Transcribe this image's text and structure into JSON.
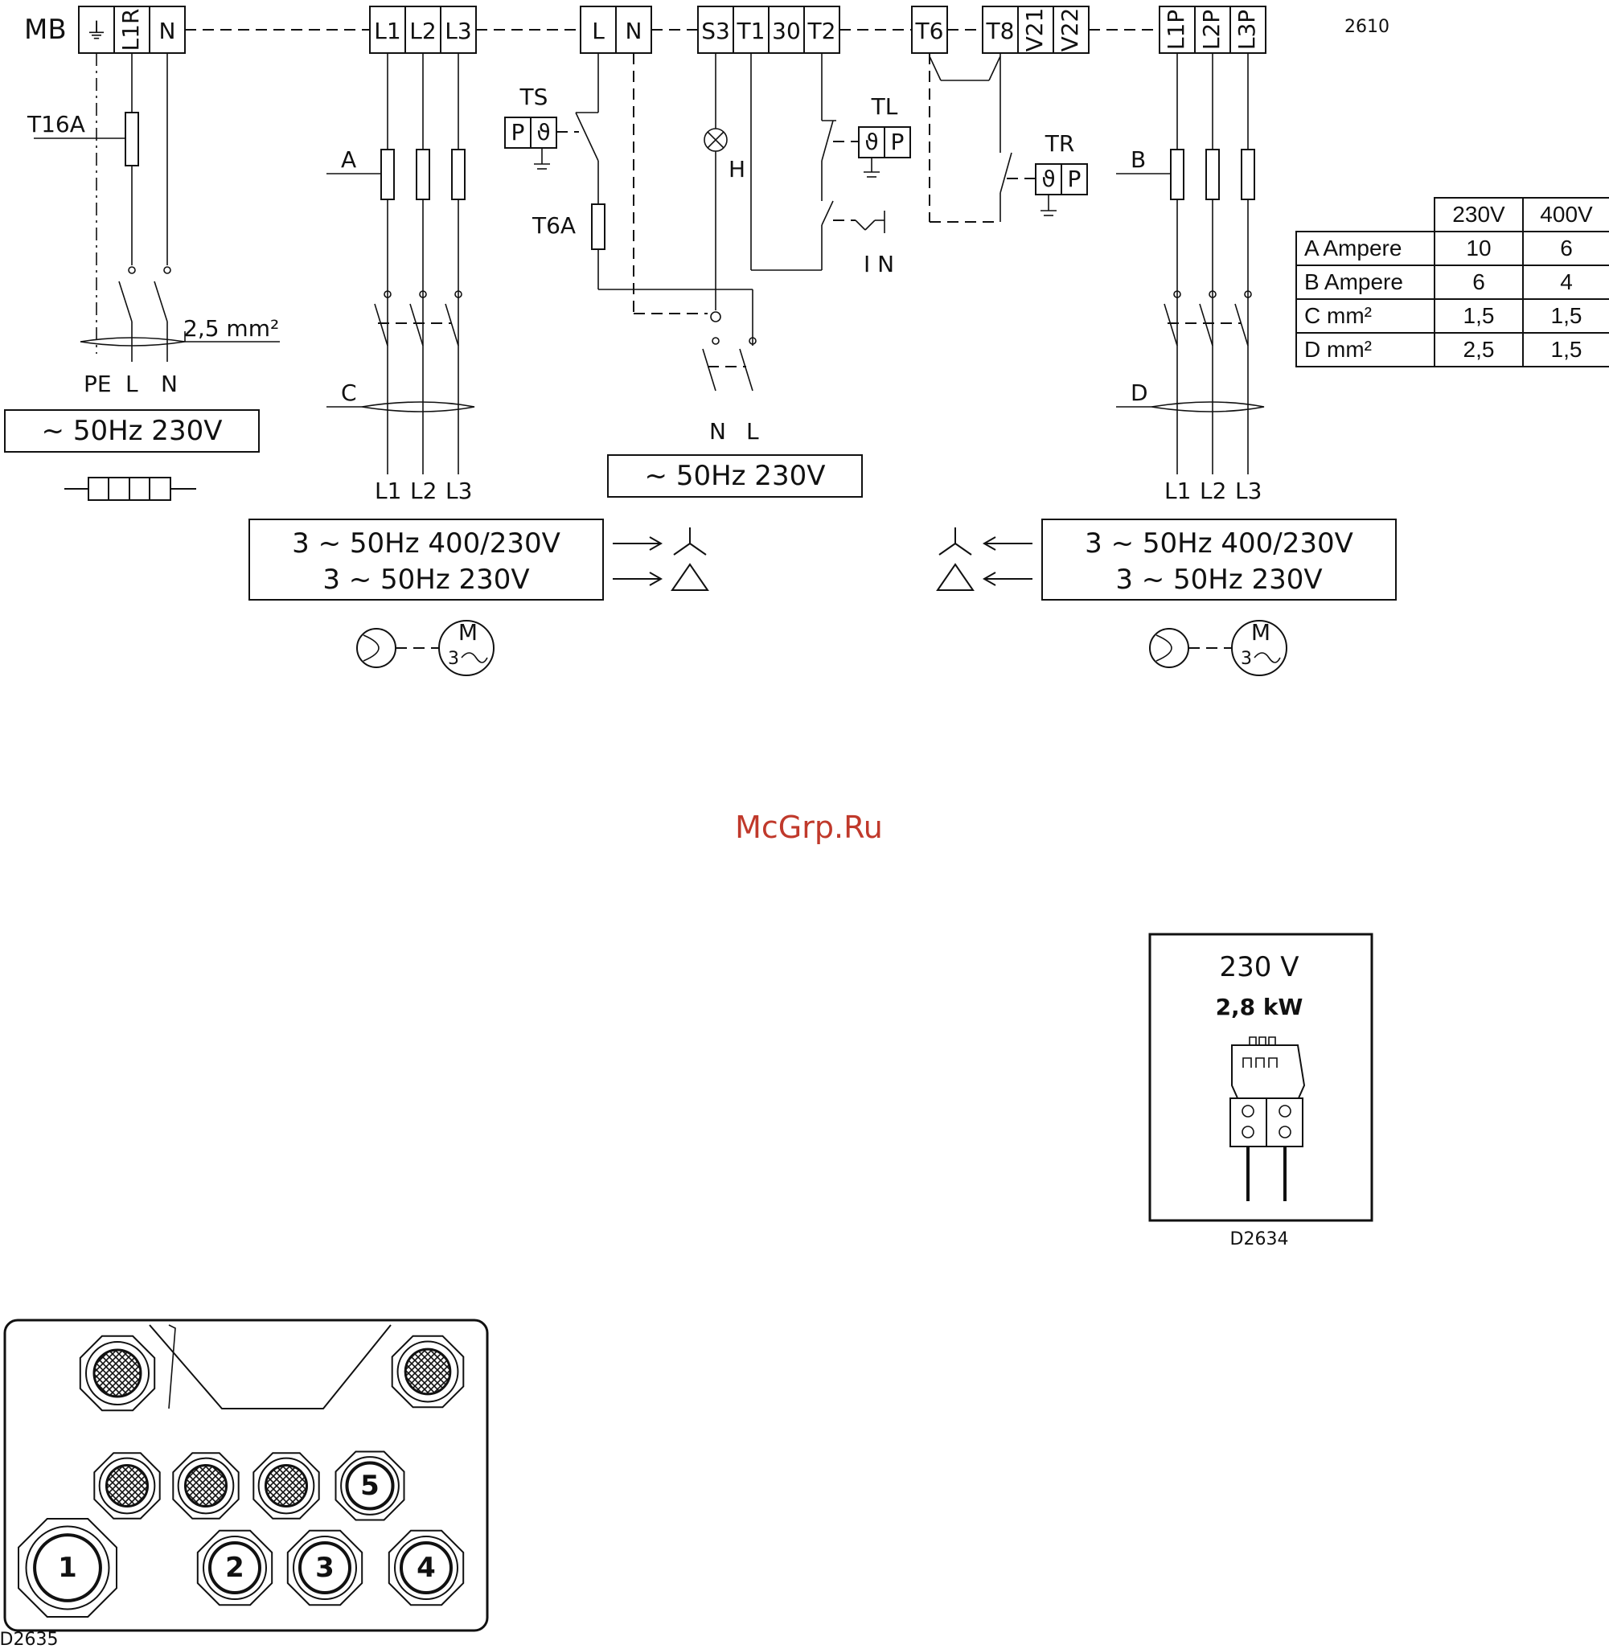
{
  "figure_ids": {
    "wiring": "2610",
    "heater": "D2634",
    "glands": "D2635"
  },
  "watermark": "McGrp.Ru",
  "terminal_strip": {
    "prefix": "MB",
    "terminals": [
      "⏚",
      "L1R",
      "N",
      "L1",
      "L2",
      "L3",
      "L",
      "N",
      "S3",
      "T1",
      "30",
      "T2",
      "T6",
      "T8",
      "V21",
      "V22",
      "L1P",
      "L2P",
      "L3P"
    ]
  },
  "labels": {
    "fuse_main": "T16A",
    "fuse_ctrl": "T6A",
    "cable_size": "2,5 mm²",
    "pe": "PE",
    "l": "L",
    "n": "N",
    "a": "A",
    "b": "B",
    "c": "C",
    "d": "D",
    "h": "H",
    "in": "I N",
    "ts": "TS",
    "tl": "TL",
    "tr": "TR",
    "p": "P",
    "theta": "ϑ",
    "l1": "L1",
    "l2": "L2",
    "l3": "L3",
    "motor_m": "M",
    "motor_3": "3",
    "ctrl_n": "N",
    "ctrl_l": "L"
  },
  "supplies": {
    "single_left": "~ 50Hz  230V",
    "single_mid": "~ 50Hz  230V",
    "three_left_line1": "3  ~ 50Hz  400/230V",
    "three_left_line2": "3 ~ 50Hz  230V",
    "three_right_line1": "3  ~ 50Hz  400/230V",
    "three_right_line2": "3 ~ 50Hz  230V"
  },
  "table": {
    "headers": [
      "",
      "230V",
      "400V"
    ],
    "rows": [
      [
        "A Ampere",
        "10",
        "6"
      ],
      [
        "B Ampere",
        "6",
        "4"
      ],
      [
        "C mm²",
        "1,5",
        "1,5"
      ],
      [
        "D mm²",
        "2,5",
        "1,5"
      ]
    ]
  },
  "heater": {
    "voltage": "230 V",
    "power": "2,8 kW"
  },
  "glands": {
    "numbers": [
      "1",
      "2",
      "3",
      "4",
      "5"
    ]
  }
}
